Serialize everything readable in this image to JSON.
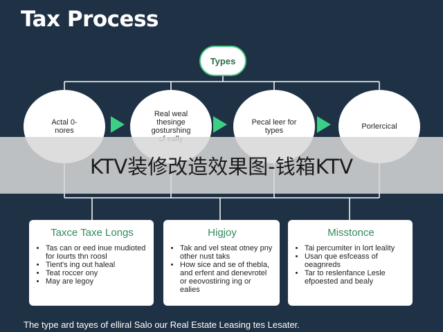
{
  "title": "Tax Process",
  "top_node": "Types",
  "nodes": [
    {
      "lines": [
        "Actal 0-",
        "nores"
      ]
    },
    {
      "lines": [
        "Real weal",
        "thesinge",
        "gosturshing",
        "cf eally"
      ]
    },
    {
      "lines": [
        "Pecal leer for",
        "types"
      ]
    },
    {
      "lines": [
        "Porlercical"
      ]
    }
  ],
  "overlay_text": "KTV装修改造效果图-钱箱KTV",
  "cards": [
    {
      "title": "Taxce Taxe Longs",
      "items": [
        "Tas can or eed inue mudioted for Iourts thn roosl",
        "Tient's ing out haleal",
        "Teat roccer ony",
        "May are legoy"
      ]
    },
    {
      "title": "Higjoy",
      "items": [
        "Tak and vel steat otney pny other nust taks",
        "How sice and se of thebla, and erfent and denevrotel or eeovostiring ing or ealies"
      ]
    },
    {
      "title": "Misstonce",
      "items": [
        "Tai percumiter in lort leality",
        "Usan que esfceass of oeagnreds",
        "Tar to reslenfance Lesle efpoested and bealy"
      ]
    }
  ],
  "caption": "The type ard tayes of elliral Salo our Real Estate Leasing tes Lesater.",
  "colors": {
    "background": "#1f3245",
    "accent": "#3ecf86",
    "card_title": "#2f8a5c"
  }
}
